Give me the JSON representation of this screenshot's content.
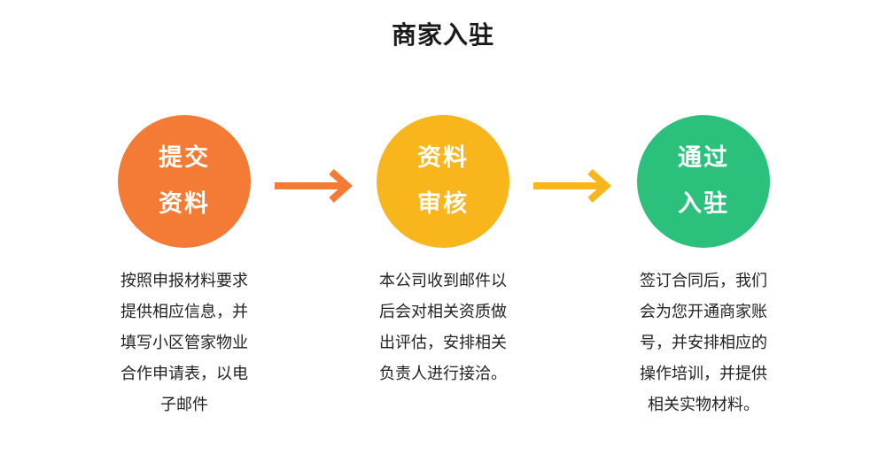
{
  "title": "商家入驻",
  "colors": {
    "step1": "#F47B35",
    "step2": "#F8B51C",
    "step3": "#2BC07C",
    "arrow1": "#F47B35",
    "arrow2": "#F8B51C"
  },
  "steps": [
    {
      "line1": "提交",
      "line2": "资料",
      "description": "按照申报材料要求提供相应信息，并填写小区管家物业合作申请表，以电子邮件"
    },
    {
      "line1": "资料",
      "line2": "审核",
      "description": "本公司收到邮件以后会对相关资质做出评估，安排相关负责人进行接洽。"
    },
    {
      "line1": "通过",
      "line2": "入驻",
      "description": "签订合同后，我们会为您开通商家账号，并安排相应的操作培训，并提供相关实物材料。"
    }
  ]
}
